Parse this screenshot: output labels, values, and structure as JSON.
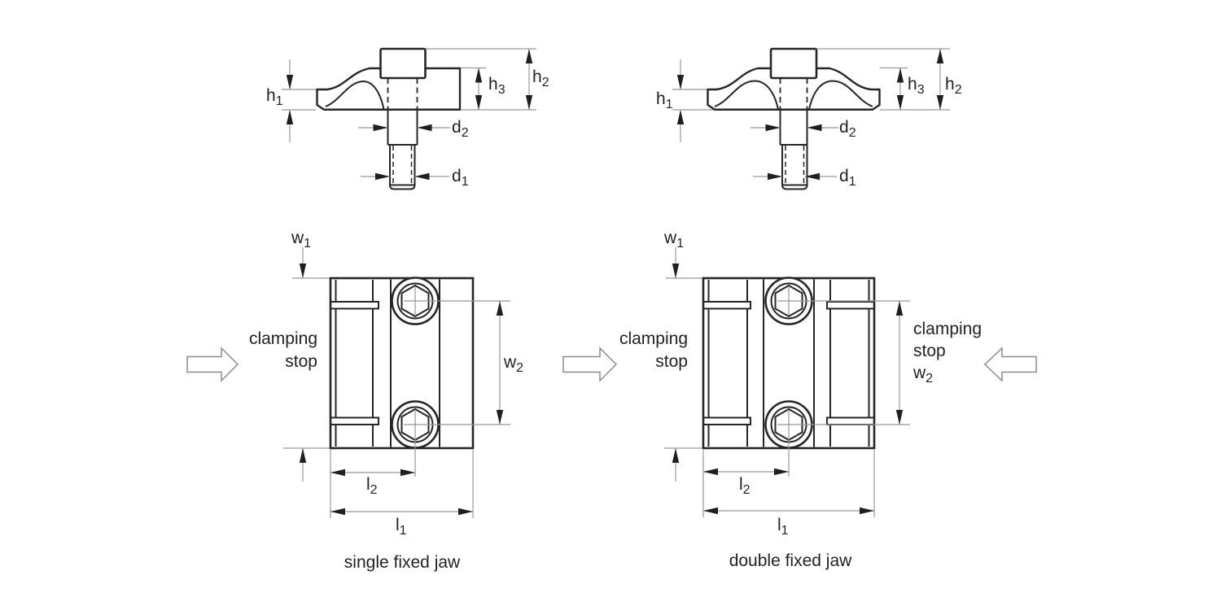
{
  "title": "clamp with fixed jaw - dimension drawing",
  "colors": {
    "background": "#ffffff",
    "outline": "#262626",
    "thin_line": "#989898",
    "arrowhead": "#1f1f1f",
    "text": "#231f20"
  },
  "labels": {
    "h1": {
      "base": "h",
      "sub": "1"
    },
    "h2": {
      "base": "h",
      "sub": "2"
    },
    "h3": {
      "base": "h",
      "sub": "3"
    },
    "d1": {
      "base": "d",
      "sub": "1"
    },
    "d2": {
      "base": "d",
      "sub": "2"
    },
    "w1": {
      "base": "w",
      "sub": "1"
    },
    "w2": {
      "base": "w",
      "sub": "2"
    },
    "l1": {
      "base": "l",
      "sub": "1"
    },
    "l2": {
      "base": "l",
      "sub": "2"
    }
  },
  "annotations": {
    "clamping_stop": [
      "clamping",
      "stop"
    ]
  },
  "captions": {
    "single": "single fixed jaw",
    "double": "double fixed jaw"
  }
}
